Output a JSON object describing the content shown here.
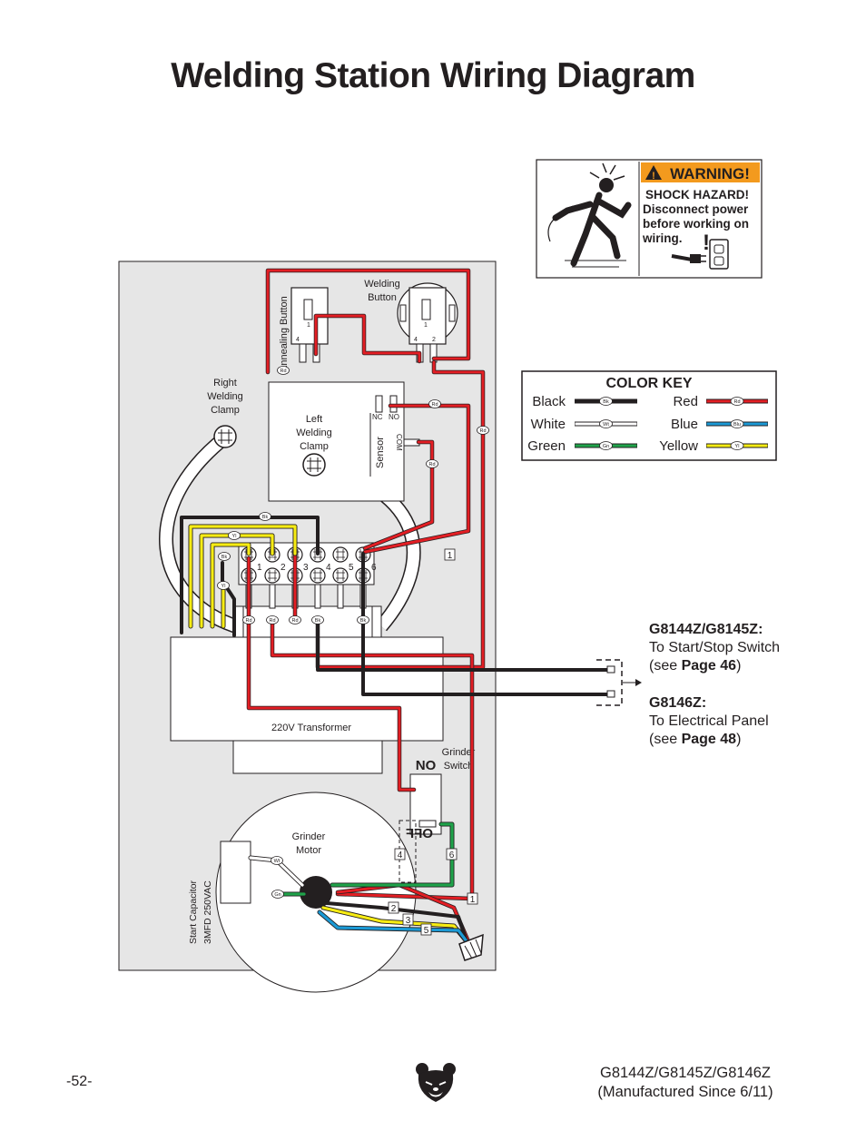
{
  "title": "Welding Station Wiring Diagram",
  "footer": {
    "page_number": "-52-",
    "models": "G8144Z/G8145Z/G8146Z",
    "manufactured": "(Manufactured Since 6/11)",
    "logo_icon": "bear-head-logo-icon"
  },
  "warning": {
    "header": "WARNING!",
    "lines": [
      "SHOCK HAZARD!",
      "Disconnect power",
      "before working on",
      "wiring."
    ],
    "header_color": "#f39a1e"
  },
  "color_key": {
    "title": "COLOR KEY",
    "entries": [
      {
        "name": "Black",
        "code": "Bk",
        "color": "#231f20"
      },
      {
        "name": "White",
        "code": "Wt",
        "color": "#ffffff"
      },
      {
        "name": "Green",
        "code": "Gn",
        "color": "#1fa34a"
      },
      {
        "name": "Red",
        "code": "Rd",
        "color": "#e31e24"
      },
      {
        "name": "Blue",
        "code": "Blu",
        "color": "#1b9ad6"
      },
      {
        "name": "Yellow",
        "code": "Yl",
        "color": "#f7ec13"
      }
    ]
  },
  "notes": {
    "g8144_heading": "G8144Z/G8145Z:",
    "g8144_line1": "To Start/Stop Switch",
    "g8144_prefix": "(see ",
    "g8144_page": "Page 46",
    "g8144_suffix": ")",
    "g8146_heading": "G8146Z:",
    "g8146_line1": "To Electrical Panel",
    "g8146_prefix": "(see ",
    "g8146_page": "Page 48",
    "g8146_suffix": ")"
  },
  "labels": {
    "annealing_button": "Annealing Button",
    "welding_button_1": "Welding",
    "welding_button_2": "Button",
    "right_clamp": [
      "Right",
      "Welding",
      "Clamp"
    ],
    "left_clamp": [
      "Left",
      "Welding",
      "Clamp"
    ],
    "sensor": "Sensor",
    "nc": "NC",
    "no": "NO",
    "com": "COM",
    "transformer": "220V Transformer",
    "grinder_switch": [
      "Grinder",
      "Switch"
    ],
    "switch_on": "ON",
    "switch_off": "OFF",
    "grinder_motor": [
      "Grinder",
      "Motor"
    ],
    "capacitor": [
      "Start Capacitor",
      "3MFD 250VAC"
    ],
    "terminal_numbers": [
      "1",
      "2",
      "3",
      "4",
      "5",
      "6"
    ],
    "button_pins": [
      "1",
      "4",
      "2"
    ],
    "wire_numbers": [
      "1",
      "1",
      "2",
      "3",
      "4",
      "5",
      "6"
    ],
    "wire_codes": {
      "rd": "Rd",
      "bk": "Bk",
      "yl": "Yl",
      "wt": "Wt",
      "gn": "Gn",
      "blu": "Blu"
    }
  },
  "colors": {
    "black": "#231f20",
    "red": "#e31e24",
    "yellow": "#f7ec13",
    "green": "#1fa34a",
    "blue": "#1b9ad6",
    "panel": "#e6e6e6"
  }
}
